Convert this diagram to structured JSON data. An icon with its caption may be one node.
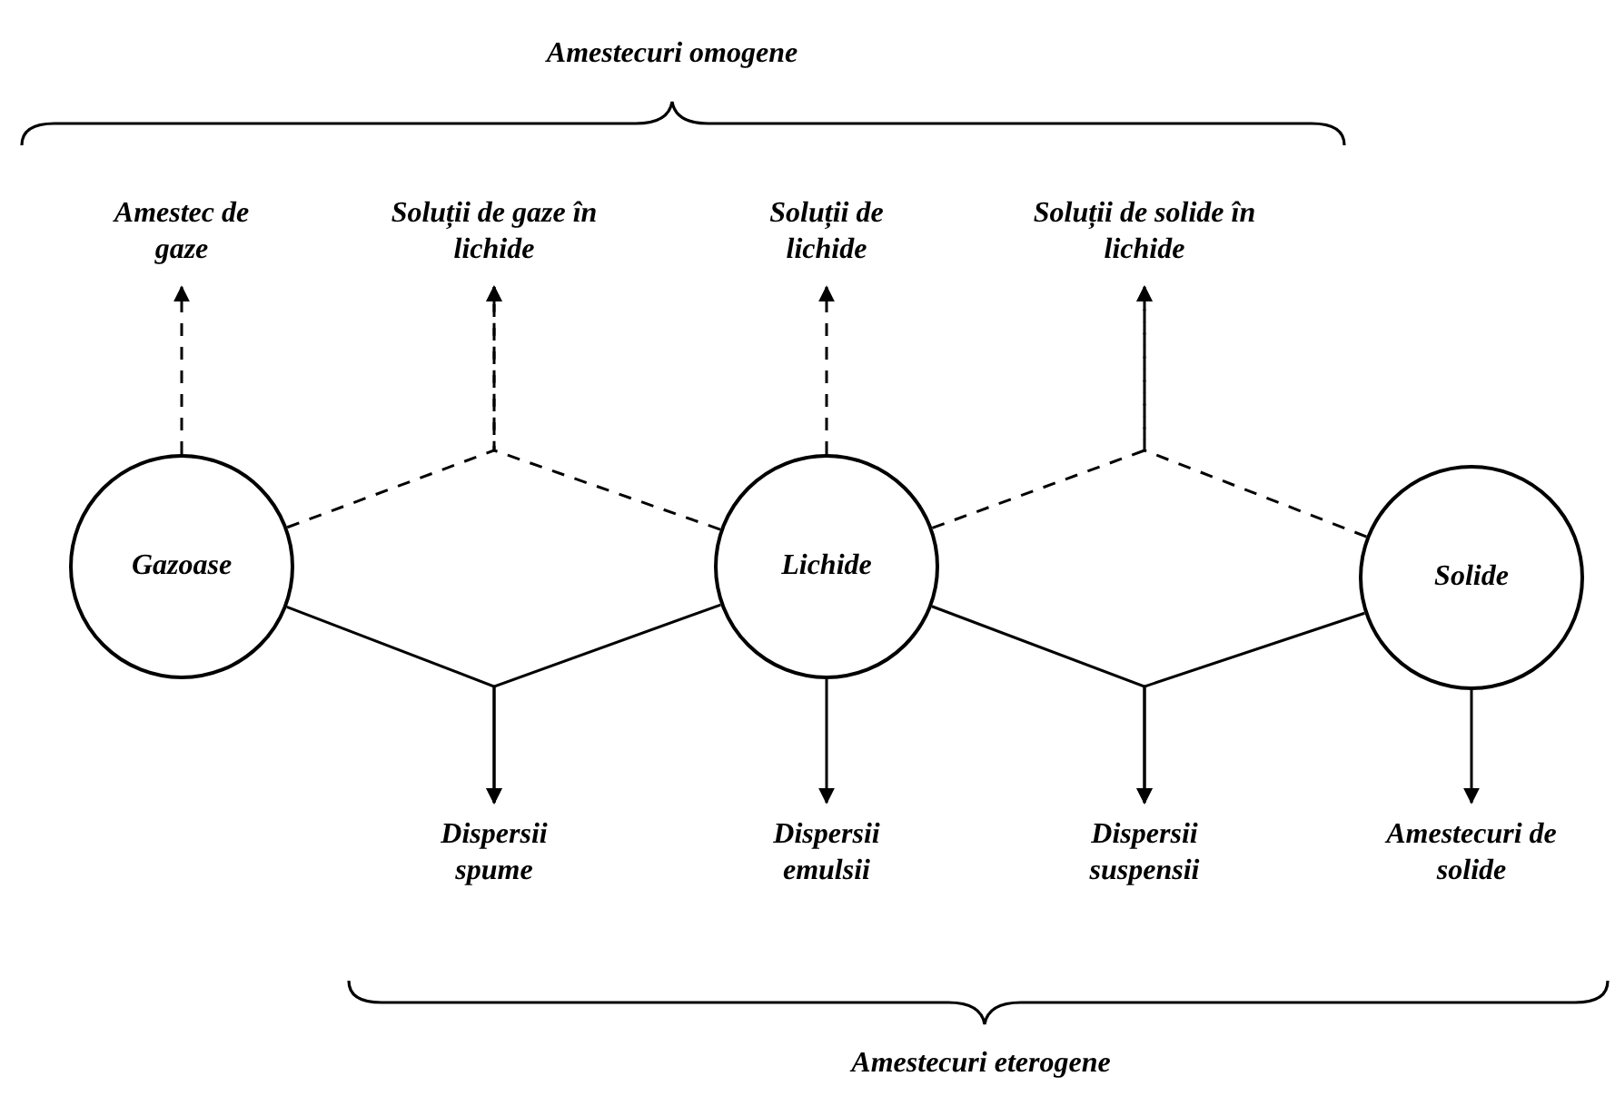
{
  "diagram": {
    "nodes": [
      {
        "text": [
          "Amestec de gaze"
        ]
      },
      {
        "text": [
          "Soluții de gaze în lichide"
        ]
      },
      {
        "text": [
          "Soluții de lichide"
        ]
      },
      {
        "text": [
          "Soluții de solide în lichide"
        ]
      },
      {
        "text": [
          "Gazoase"
        ]
      },
      {
        "text": [
          "Lichide"
        ]
      },
      {
        "text": [
          "Solide"
        ]
      },
      {
        "text": [
          "Dispersii spume"
        ]
      },
      {
        "text": [
          "Dispersii emulsii"
        ]
      },
      {
        "text": [
          "Dispersii suspensii"
        ]
      },
      {
        "text": [
          "Amestecuri de solide"
        ]
      }
    ],
    "edges": [
      {
        "from": 4,
        "to": 0,
        "arrow": "to",
        "style": "dashed"
      },
      {
        "from": 4,
        "to": 1,
        "arrow": "to",
        "style": "dashed"
      },
      {
        "from": 5,
        "to": 1,
        "arrow": "to",
        "style": "dashed"
      },
      {
        "from": 5,
        "to": 2,
        "arrow": "to",
        "style": "dashed"
      },
      {
        "from": 5,
        "to": 3,
        "arrow": "to",
        "style": "dashed"
      },
      {
        "from": 6,
        "to": 3,
        "arrow": "to",
        "style": "dashed"
      },
      {
        "from": 4,
        "to": 7,
        "arrow": "to"
      },
      {
        "from": 5,
        "to": 7,
        "arrow": "to"
      },
      {
        "from": 5,
        "to": 8,
        "arrow": "to"
      },
      {
        "from": 5,
        "to": 9,
        "arrow": "to"
      },
      {
        "from": 6,
        "to": 9,
        "arrow": "to"
      },
      {
        "from": 6,
        "to": 10,
        "arrow": "to"
      }
    ],
    "labels": [
      "Amestecuri omogene",
      "Amestecuri eterogene"
    ]
  }
}
